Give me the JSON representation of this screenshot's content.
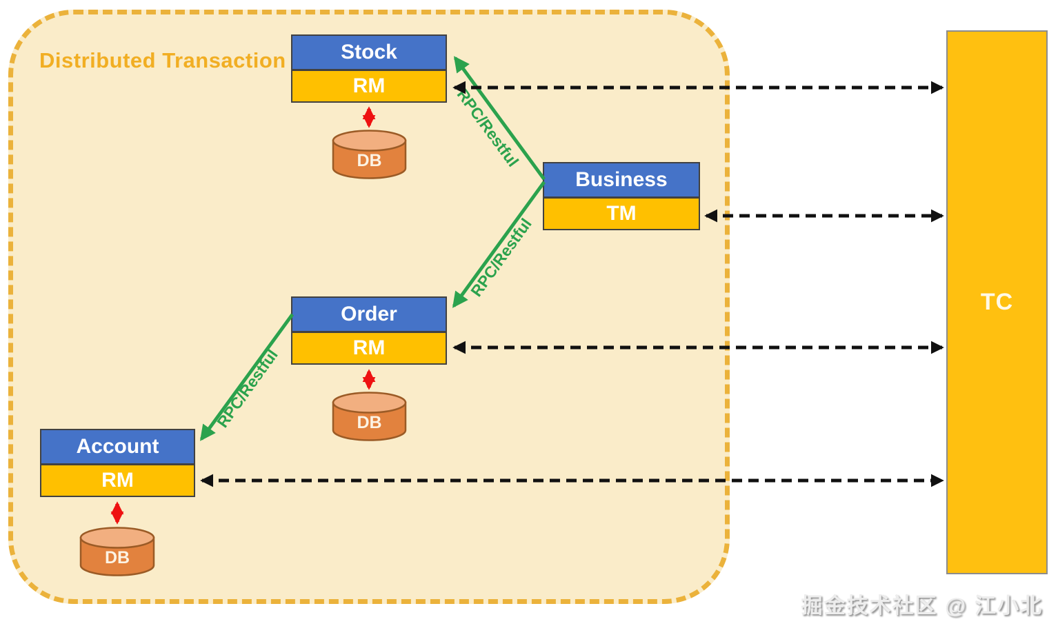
{
  "diagram": {
    "title": "Distributed Transaction",
    "services": [
      {
        "name": "Stock",
        "role": "RM",
        "db": "DB"
      },
      {
        "name": "Business",
        "role": "TM"
      },
      {
        "name": "Order",
        "role": "RM",
        "db": "DB"
      },
      {
        "name": "Account",
        "role": "RM",
        "db": "DB"
      }
    ],
    "tc_label": "TC",
    "db_label": "DB",
    "edges": [
      {
        "from": "Business",
        "to": "Stock",
        "label": "RPC/Restful",
        "style": "green-arrow"
      },
      {
        "from": "Business",
        "to": "Order",
        "label": "RPC/Restful",
        "style": "green-arrow"
      },
      {
        "from": "Order",
        "to": "Account",
        "label": "RPC/Restful",
        "style": "green-arrow"
      },
      {
        "from": "Stock.RM",
        "to": "TC",
        "style": "black-dashed-double-arrow"
      },
      {
        "from": "Business.TM",
        "to": "TC",
        "style": "black-dashed-double-arrow"
      },
      {
        "from": "Order.RM",
        "to": "TC",
        "style": "black-dashed-double-arrow"
      },
      {
        "from": "Account.RM",
        "to": "TC",
        "style": "black-dashed-double-arrow"
      },
      {
        "from": "Stock.RM",
        "to": "Stock.DB",
        "style": "red-double-arrow"
      },
      {
        "from": "Order.RM",
        "to": "Order.DB",
        "style": "red-double-arrow"
      },
      {
        "from": "Account.RM",
        "to": "Account.DB",
        "style": "red-double-arrow"
      }
    ],
    "watermark": "掘金技术社区 @ 江小北"
  },
  "colors": {
    "boundary_fill": "#FAECC9",
    "boundary_border": "#EBB23B",
    "title_gold": "#F1AE23",
    "node_header_blue": "#4573C8",
    "node_role_yellow": "#FFC000",
    "tc_fill": "#FFC010",
    "db_body_orange": "#E2823E",
    "db_top_orange": "#F2AF80",
    "rpc_green": "#2BA24D",
    "db_arrow_red": "#EE1111",
    "tc_arrow_black": "#111111"
  }
}
